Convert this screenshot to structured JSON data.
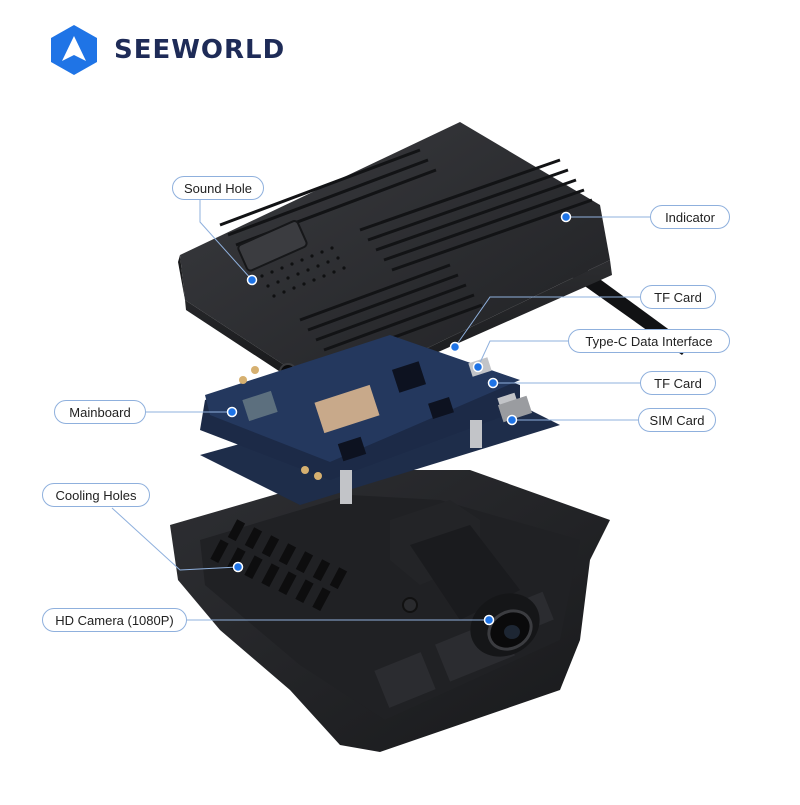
{
  "brand": {
    "name": "SEEWORLD",
    "logo_icon": "triangle-arrow-logo-icon",
    "color": "#1e2b57",
    "accent": "#1f74e6"
  },
  "callouts": {
    "sound_hole": "Sound Hole",
    "indicator": "Indicator",
    "tf_card_top": "TF Card",
    "type_c": "Type-C Data Interface",
    "tf_card_bottom": "TF Card",
    "sim_card": "SIM Card",
    "mainboard": "Mainboard",
    "cooling_holes": "Cooling Holes",
    "hd_camera": "HD Camera (1080P)"
  },
  "colors": {
    "callout_border": "#8fb0dd",
    "dot": "#1f74e6",
    "housing": "#2a2b2e",
    "pcb": "#1c2a47"
  }
}
